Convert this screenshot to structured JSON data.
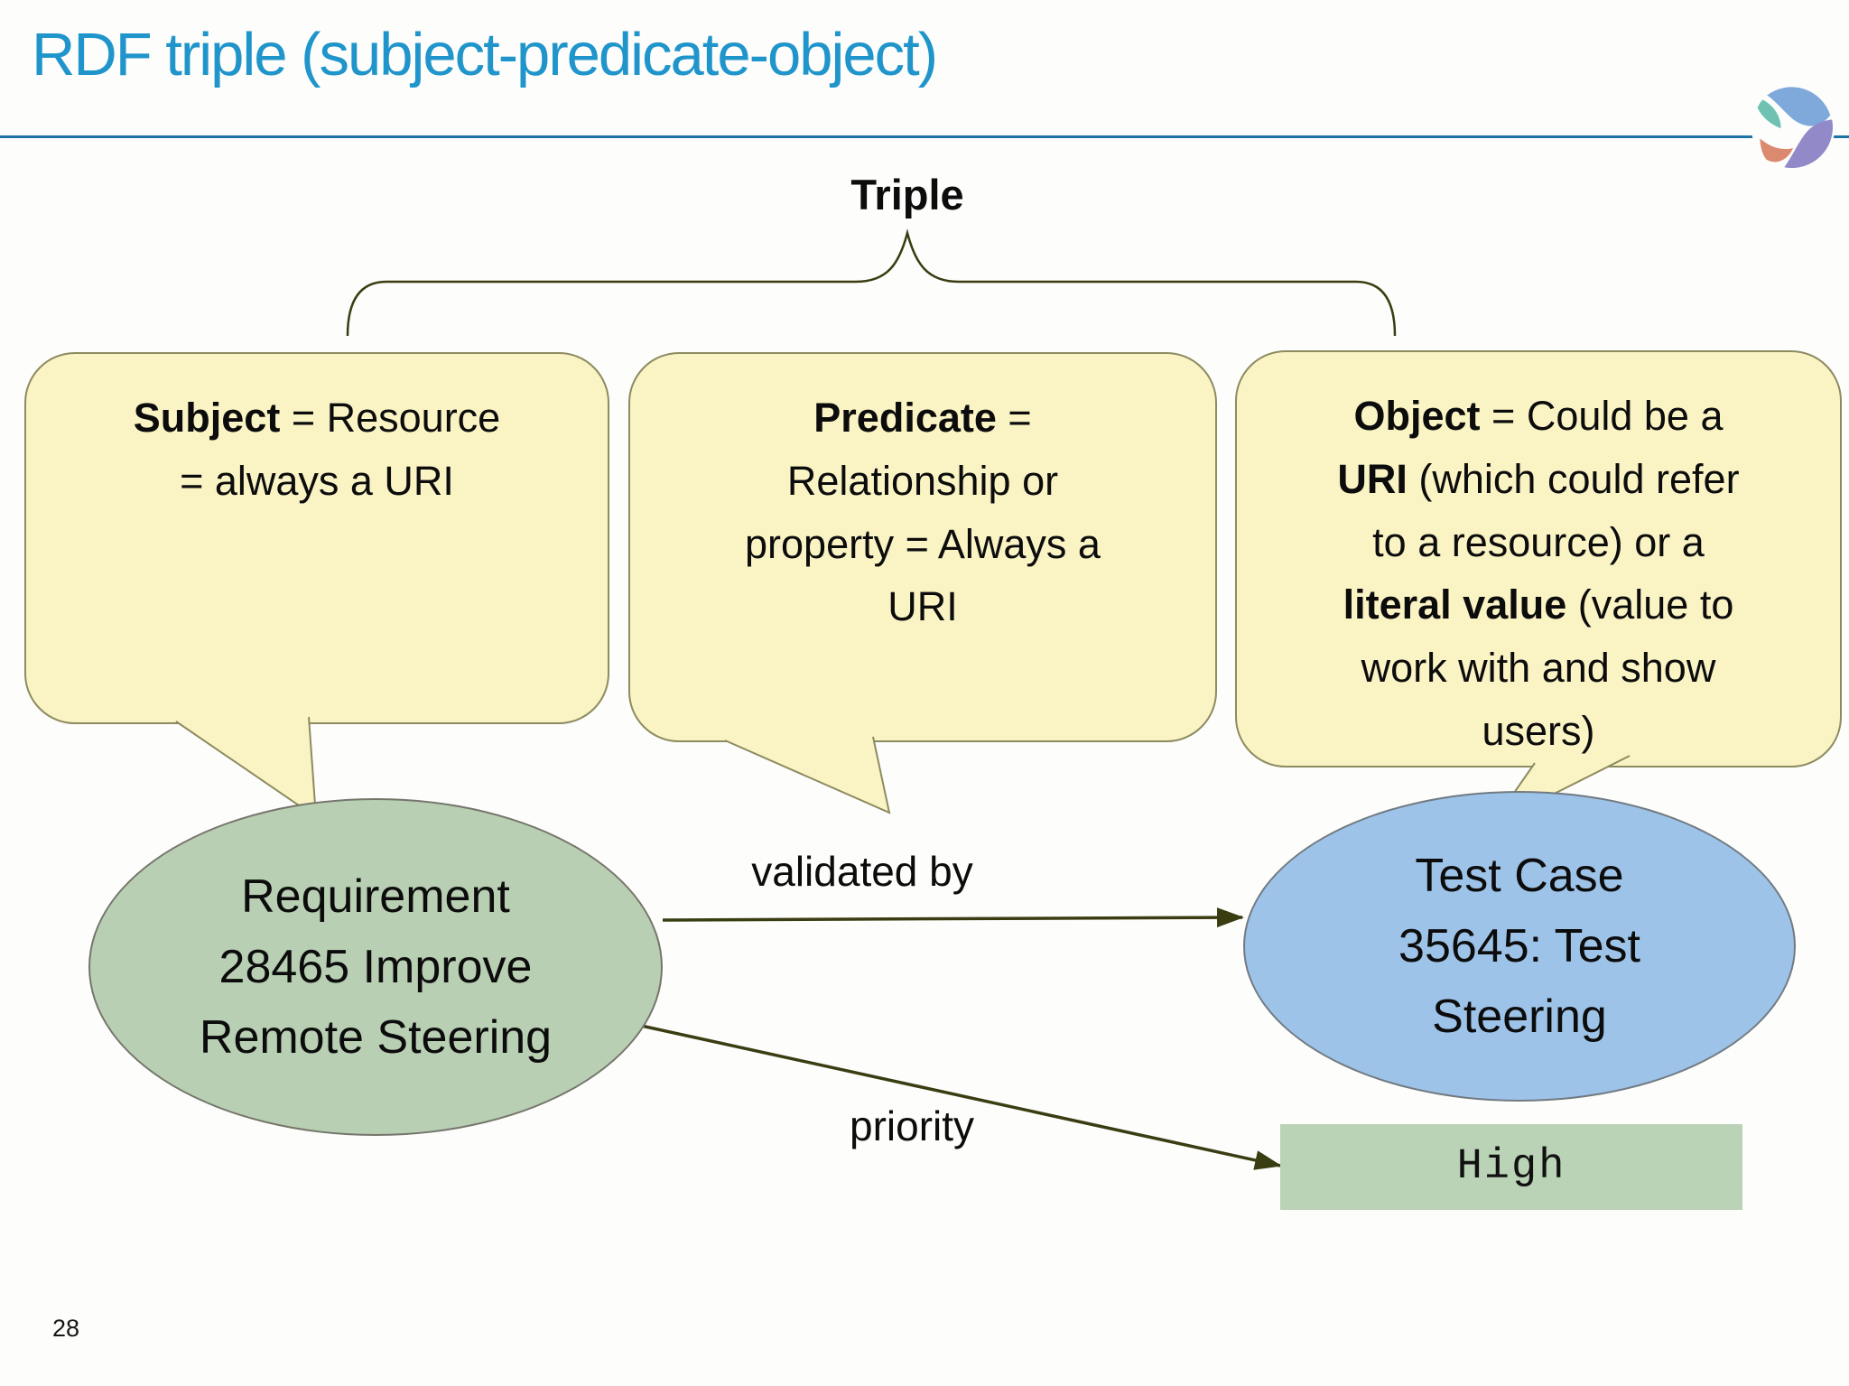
{
  "slide": {
    "title": "RDF triple (subject-predicate-object)",
    "page_number": "28",
    "triple_label": "Triple"
  },
  "bubbles": [
    {
      "id": "subject",
      "segments": [
        {
          "text": "Subject",
          "bold": true
        },
        {
          "text": " = Resource\n= always a URI",
          "bold": false
        }
      ]
    },
    {
      "id": "predicate",
      "segments": [
        {
          "text": "Predicate",
          "bold": true
        },
        {
          "text": " =\nRelationship or\nproperty = Always a\nURI",
          "bold": false
        }
      ]
    },
    {
      "id": "object",
      "segments": [
        {
          "text": "Object",
          "bold": true
        },
        {
          "text": " = Could be a\n",
          "bold": false
        },
        {
          "text": "URI",
          "bold": true
        },
        {
          "text": " (which could refer\nto a resource) or a\n",
          "bold": false
        },
        {
          "text": "literal value",
          "bold": true
        },
        {
          "text": " (value to\nwork with and show\nusers)",
          "bold": false
        }
      ]
    }
  ],
  "nodes": {
    "subject": {
      "text": "Requirement\n28465 Improve\nRemote Steering"
    },
    "object": {
      "text": "Test Case\n35645: Test\nSteering"
    }
  },
  "edges": [
    {
      "label": "validated by"
    },
    {
      "label": "priority"
    }
  ],
  "literal": {
    "value": "High"
  },
  "colors": {
    "title": "#2095cb",
    "divider": "#1d73a8",
    "bubble_fill": "#faf3c4",
    "bubble_border": "#8d8b60",
    "subject_node_fill": "#b8cfb3",
    "subject_node_border": "#75756b",
    "object_node_fill": "#9ec3e8",
    "object_node_border": "#717a82",
    "literal_fill": "#bad2b5",
    "connector": "#3a3d12",
    "logo_blue": "#7fa9db",
    "logo_purple": "#9289c8",
    "logo_teal": "#6fc2b1",
    "logo_orange": "#db8a70"
  }
}
